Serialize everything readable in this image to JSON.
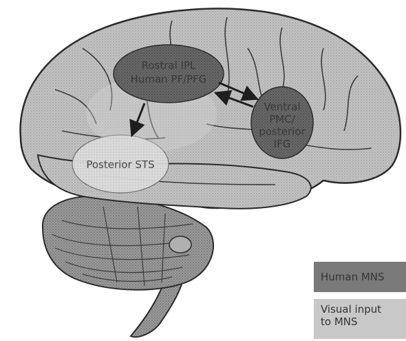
{
  "regions": {
    "rostral_ipl": "Rostral IPL",
    "human_pf_pfg": "Human PF/PFG",
    "ventral_pmc": "Ventral",
    "pmc": "PMC/",
    "posterior": "posterior",
    "ifg": "IFG",
    "posterior_sts": "Posterior STS"
  },
  "legend": {
    "human_mns": "Human MNS",
    "visual_input_line1": "Visual input",
    "visual_input_line2": "to MNS"
  },
  "colors": {
    "mns_region": "#6e6e6e",
    "visual_region": "#d4d4d4",
    "brain_fill": "#bdbdbd",
    "outline": "#2a2a2a"
  }
}
